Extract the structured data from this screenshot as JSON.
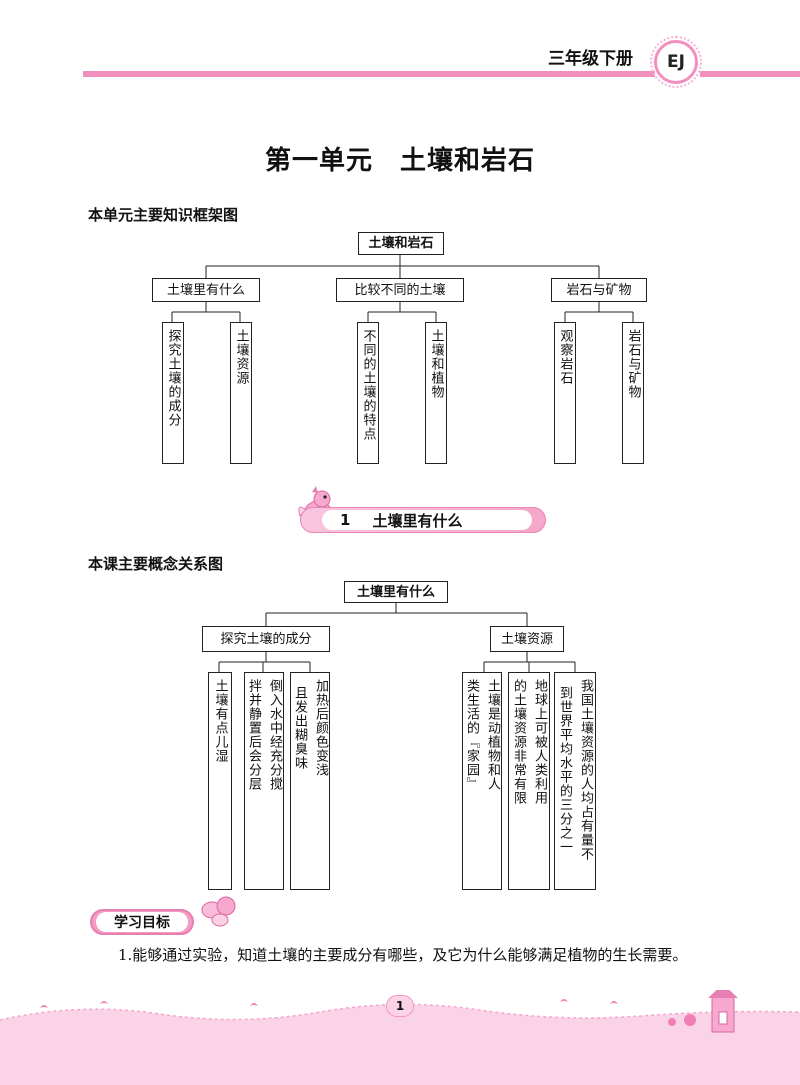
{
  "header": {
    "grade": "三年级下册",
    "edition": "EJ"
  },
  "unit_title": "第一单元　土壤和岩石",
  "framework_heading": "本单元主要知识框架图",
  "framework": {
    "root": "土壤和岩石",
    "branches": [
      {
        "label": "土壤里有什么",
        "leaves": [
          "探究土壤的成分",
          "土壤资源"
        ]
      },
      {
        "label": "比较不同的土壤",
        "leaves": [
          "不同的土壤的特点",
          "土壤和植物"
        ]
      },
      {
        "label": "岩石与矿物",
        "leaves": [
          "观察岩石",
          "岩石与矿物"
        ]
      }
    ]
  },
  "lesson": {
    "number": "1",
    "title": "土壤里有什么"
  },
  "concept_heading": "本课主要概念关系图",
  "concept": {
    "root": "土壤里有什么",
    "branches": [
      {
        "label": "探究土壤的成分",
        "leaves": [
          [
            "土壤有点儿湿"
          ],
          [
            "倒入水中经充分搅",
            "拌并静置后会分层"
          ],
          [
            "加热后颜色变浅",
            "且发出糊臭味"
          ]
        ]
      },
      {
        "label": "土壤资源",
        "leaves": [
          [
            "土壤是动植物和人",
            "类生活的『家园』"
          ],
          [
            "地球上可被人类利用",
            "的土壤资源非常有限"
          ],
          [
            "我国土壤资源的人均占有量不",
            "到世界平均水平的三分之一"
          ]
        ]
      }
    ]
  },
  "goals": {
    "label": "学习目标",
    "items": [
      "1.能够通过实验，知道土壤的主要成分有哪些，及它为什么能够满足植物的生长需要。"
    ]
  },
  "page_number": "1"
}
